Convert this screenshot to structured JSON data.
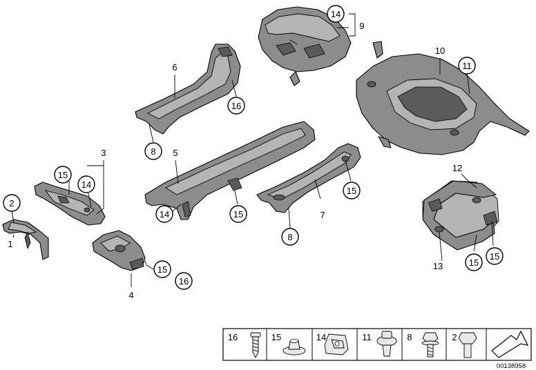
{
  "diagram": {
    "labels": {
      "p1": "1",
      "p2": "2",
      "p3": "3",
      "p4": "4",
      "p5": "5",
      "p6": "6",
      "p7": "7",
      "p8a": "8",
      "p8b": "8",
      "p9": "9",
      "p10": "10",
      "p11": "11",
      "p12": "12",
      "p13": "13",
      "p14a": "14",
      "p14b": "14",
      "p14c": "14",
      "p15a": "15",
      "p15b": "15",
      "p15c": "15",
      "p15d": "15",
      "p15e": "15",
      "p15f": "15",
      "p16a": "16",
      "p16b": "16"
    },
    "legend": [
      "16",
      "15",
      "14",
      "11",
      "8",
      "2"
    ],
    "doc_number": "00138958"
  }
}
